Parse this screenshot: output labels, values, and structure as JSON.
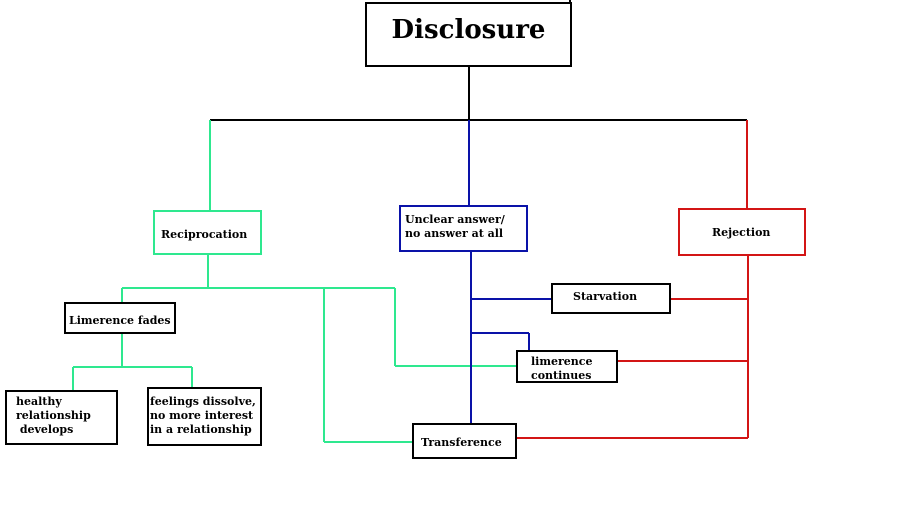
{
  "diagram": {
    "title": "Disclosure",
    "nodes": {
      "reciprocation": "Reciprocation",
      "unclear": "Unclear answer/\nno answer at all",
      "rejection": "Rejection",
      "limerence_fades": "Limerence fades",
      "starvation": "Starvation",
      "limerence_continues": "limerence\ncontinues",
      "healthy": "healthy\nrelationship\n develops",
      "feelings": "feelings dissolve,\nno more interest\nin a relationship",
      "transference": "Transference"
    },
    "colors": {
      "root": "#000000",
      "reciprocation": "#2ee88f",
      "unclear": "#0a12a8",
      "rejection": "#d31515"
    }
  }
}
